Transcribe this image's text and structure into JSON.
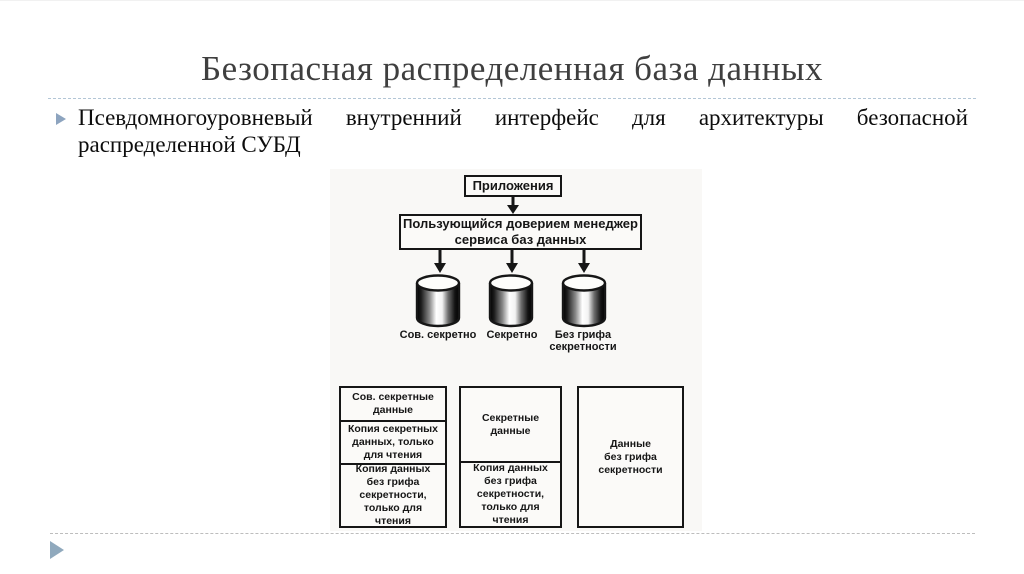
{
  "slide": {
    "title": "Безопасная распределенная база данных",
    "bullet": {
      "line1": "Псевдомногоуровневый внутренний интерфейс для архитектуры безопасной",
      "line2": "распределенной СУБД"
    }
  },
  "diagram": {
    "applications_label": "Приложения",
    "manager_label": "Пользующийся доверием менеджер\nсервиса баз данных",
    "databases": [
      {
        "label": "Сов. секретно"
      },
      {
        "label": "Секретно"
      },
      {
        "label": "Без грифа\nсекретности"
      }
    ],
    "stores": [
      {
        "sections": [
          "Сов. секретные\nданные",
          "Копия секретных\nданных, только\nдля чтения",
          "Копия данных\nбез грифа\nсекретности,\nтолько для\nчтения"
        ]
      },
      {
        "sections": [
          "Секретные\nданные",
          "Копия данных\nбез грифа\nсекретности,\nтолько для\nчтения"
        ]
      },
      {
        "sections": [
          "Данные\nбез грифа\nсекретности"
        ]
      }
    ]
  },
  "theme": {
    "title_color": "#3f3f3f",
    "accent_color": "#8da4bf",
    "title_divider_color": "#b3c6d6",
    "footer_divider_color": "#bdbdbd",
    "diagram_ink_color": "#161616"
  },
  "icons": {
    "bullet": "triangle-right-icon",
    "footer_nav": "triangle-right-icon"
  }
}
